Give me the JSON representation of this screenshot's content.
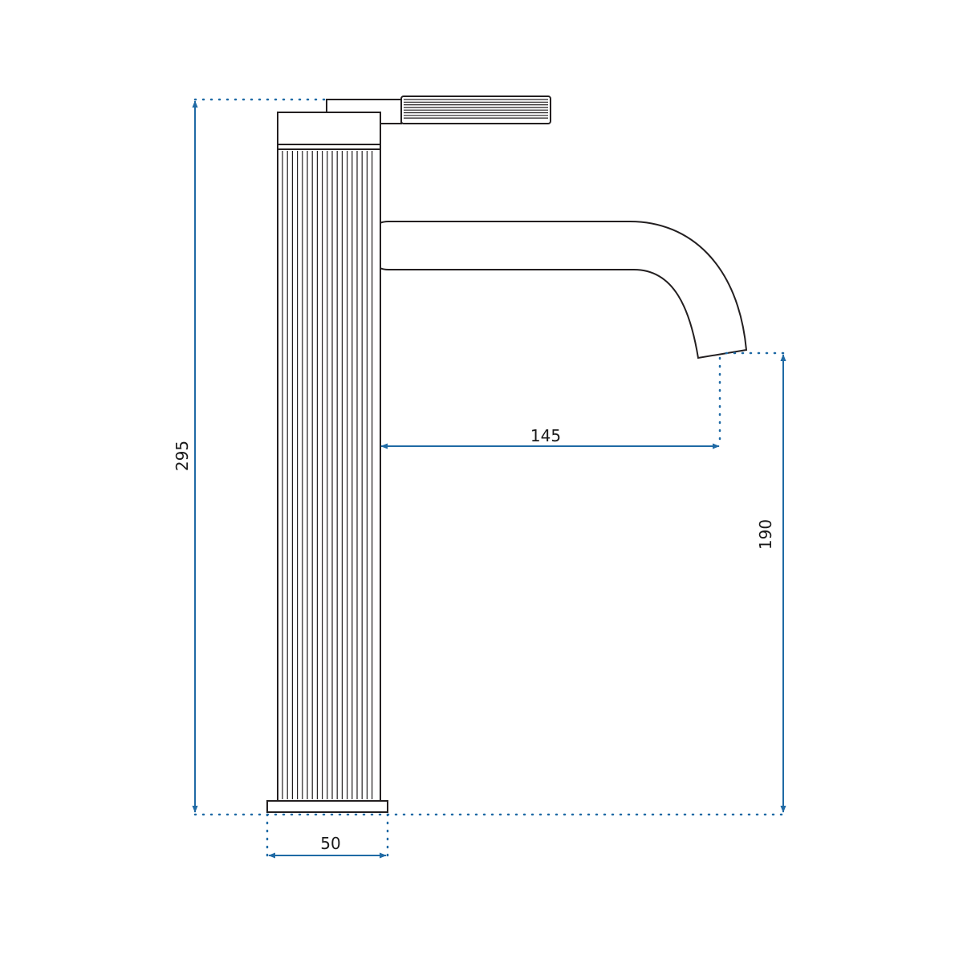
{
  "colors": {
    "dimension": "#1f6aa5",
    "outline": "#231f20",
    "background": "#ffffff"
  },
  "dimensions": {
    "total_height": "295",
    "spout_reach": "145",
    "spout_height": "190",
    "base_width": "50"
  }
}
